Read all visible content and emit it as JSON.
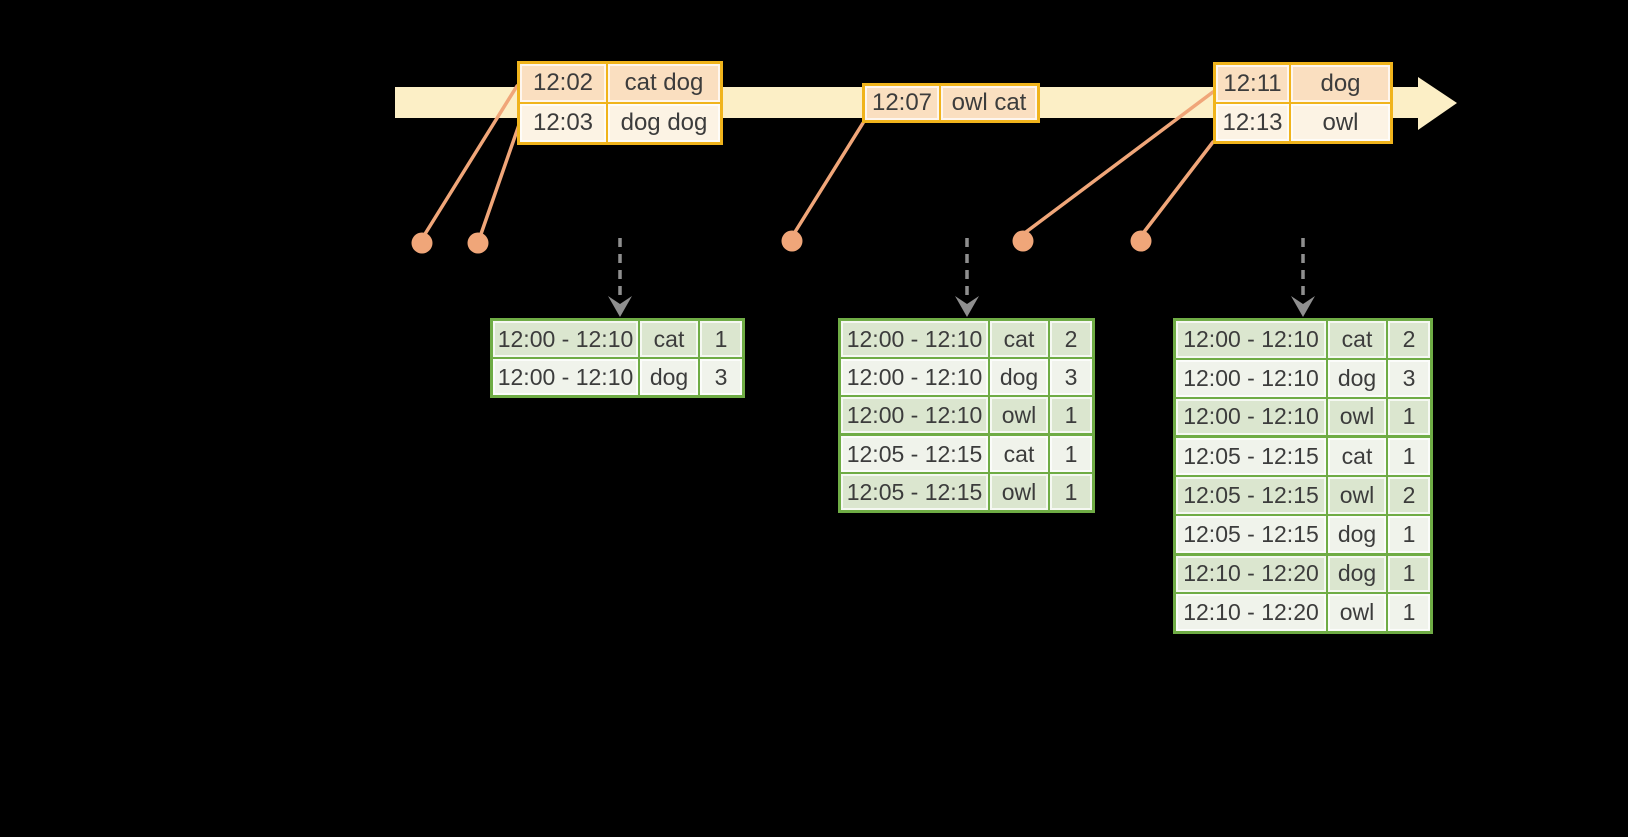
{
  "colors": {
    "background": "#000000",
    "timeline_fill": "#FCEFC6",
    "input_border": "#F0B41C",
    "input_row_peach": "#FADFC0",
    "input_row_cream": "#FCF3E4",
    "connector": "#F0A679",
    "trigger_arrow_gray": "#8F8F8F",
    "result_border": "#6FAC45",
    "result_row_sage": "#DBE6CF",
    "result_row_pale": "#F0F3EB",
    "text": "#3C3C3C"
  },
  "input_tables": [
    {
      "id": "input-batch-1",
      "rows": [
        [
          "12:02",
          "cat dog"
        ],
        [
          "12:03",
          "dog dog"
        ]
      ]
    },
    {
      "id": "input-batch-2",
      "rows": [
        [
          "12:07",
          "owl cat"
        ]
      ]
    },
    {
      "id": "input-batch-3",
      "rows": [
        [
          "12:11",
          "dog"
        ],
        [
          "12:13",
          "owl"
        ]
      ]
    }
  ],
  "result_tables": [
    {
      "id": "result-table-1",
      "rows": [
        [
          "12:00 - 12:10",
          "cat",
          "1"
        ],
        [
          "12:00 - 12:10",
          "dog",
          "3"
        ]
      ]
    },
    {
      "id": "result-table-2",
      "rows": [
        [
          "12:00 - 12:10",
          "cat",
          "2"
        ],
        [
          "12:00 - 12:10",
          "dog",
          "3"
        ],
        [
          "12:00 - 12:10",
          "owl",
          "1"
        ],
        [
          "12:05 - 12:15",
          "cat",
          "1"
        ],
        [
          "12:05 - 12:15",
          "owl",
          "1"
        ]
      ]
    },
    {
      "id": "result-table-3",
      "rows": [
        [
          "12:00 - 12:10",
          "cat",
          "2"
        ],
        [
          "12:00 - 12:10",
          "dog",
          "3"
        ],
        [
          "12:00 - 12:10",
          "owl",
          "1"
        ],
        [
          "12:05 - 12:15",
          "cat",
          "1"
        ],
        [
          "12:05 - 12:15",
          "owl",
          "2"
        ],
        [
          "12:05 - 12:15",
          "dog",
          "1"
        ],
        [
          "12:10 - 12:20",
          "dog",
          "1"
        ],
        [
          "12:10 - 12:20",
          "owl",
          "1"
        ]
      ]
    }
  ]
}
